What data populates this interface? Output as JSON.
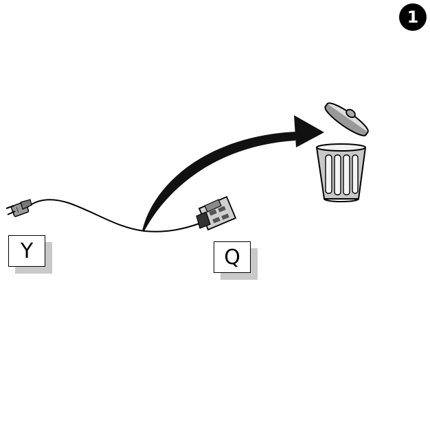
{
  "step_number": "1",
  "labels": {
    "left_connector": "Y",
    "right_connector": "Q"
  },
  "icons": {
    "plug": "ac-plug-icon",
    "connector": "rectangular-connector-icon",
    "arrow": "curved-arrow-icon",
    "trash": "trash-can-icon"
  }
}
